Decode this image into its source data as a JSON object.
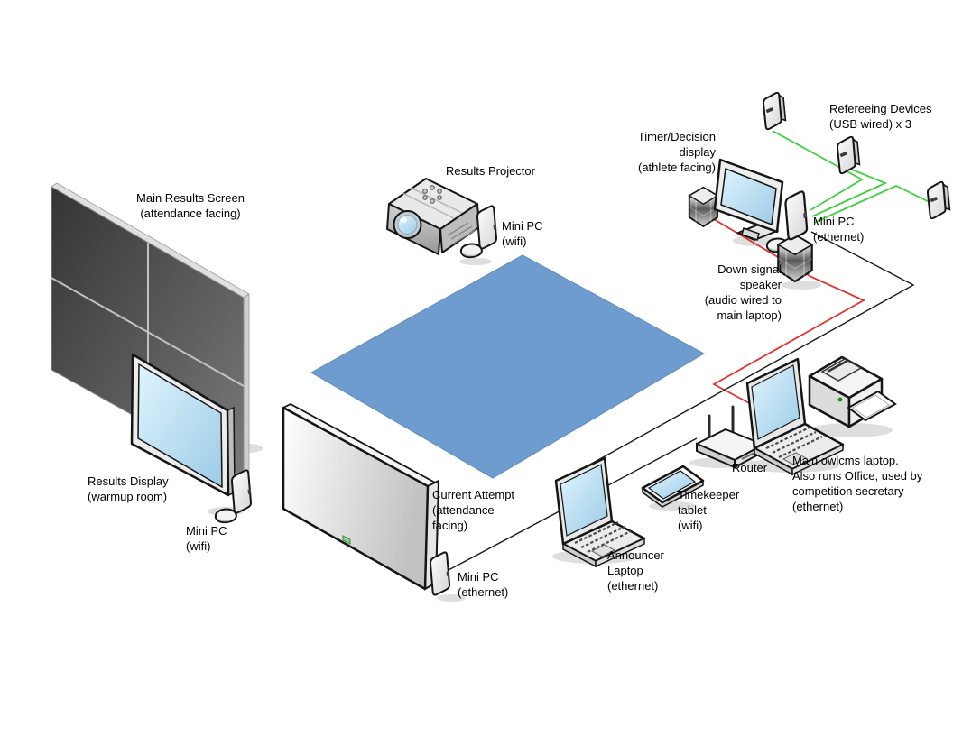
{
  "diagram": {
    "colors": {
      "background": "#ffffff",
      "platform": "#6f9cce",
      "cable_usb": "#3fd23f",
      "cable_audio": "#e73131",
      "cable_ethernet": "#1a1a1a",
      "screen_blue": "#bfe3f5",
      "video_wall": "#4a4a4a"
    },
    "devices": [
      "main-results-video-wall",
      "results-display-monitor",
      "mini-pc-wifi-warmup",
      "results-projector",
      "mini-pc-wifi-projector",
      "competition-platform",
      "current-attempt-display",
      "mini-pc-ethernet-current-attempt",
      "announcer-laptop",
      "timekeeper-tablet",
      "wifi-router",
      "main-owlcms-laptop",
      "laser-printer",
      "timer-decision-monitor",
      "down-signal-speaker-pair",
      "mini-pc-ethernet-timer",
      "refereeing-device-x3"
    ],
    "labels": {
      "main_results_screen": {
        "lines": [
          "Main Results Screen",
          "(attendance facing)"
        ]
      },
      "results_projector": {
        "lines": [
          "Results Projector"
        ]
      },
      "projector_mini_pc": {
        "lines": [
          "Mini PC",
          "(wifi)"
        ]
      },
      "timer_decision_display": {
        "lines": [
          "Timer/Decision",
          "display",
          "(athlete facing)"
        ]
      },
      "refereeing_devices": {
        "lines": [
          "Refereeing Devices",
          "(USB wired) x 3"
        ]
      },
      "timer_mini_pc": {
        "lines": [
          "Mini PC",
          "(ethernet)"
        ]
      },
      "down_signal_speaker": {
        "lines": [
          "Down signal",
          "speaker",
          "(audio wired to",
          "main laptop)"
        ]
      },
      "results_display": {
        "lines": [
          "Results Display",
          "(warmup room)"
        ]
      },
      "warmup_mini_pc": {
        "lines": [
          "Mini PC",
          "(wifi)"
        ]
      },
      "current_attempt": {
        "lines": [
          "Current Attempt",
          "(attendance",
          "facing)"
        ]
      },
      "current_attempt_mini_pc": {
        "lines": [
          "Mini PC",
          "(ethernet)"
        ]
      },
      "announcer_laptop": {
        "lines": [
          "Announcer",
          "Laptop",
          "(ethernet)"
        ]
      },
      "timekeeper_tablet": {
        "lines": [
          "Timekeeper",
          "tablet",
          "(wifi)"
        ]
      },
      "router": {
        "lines": [
          "Router"
        ]
      },
      "main_laptop": {
        "lines": [
          "Main owlcms laptop.",
          "Also runs Office, used by",
          "competition secretary",
          "(ethernet)"
        ]
      }
    }
  }
}
